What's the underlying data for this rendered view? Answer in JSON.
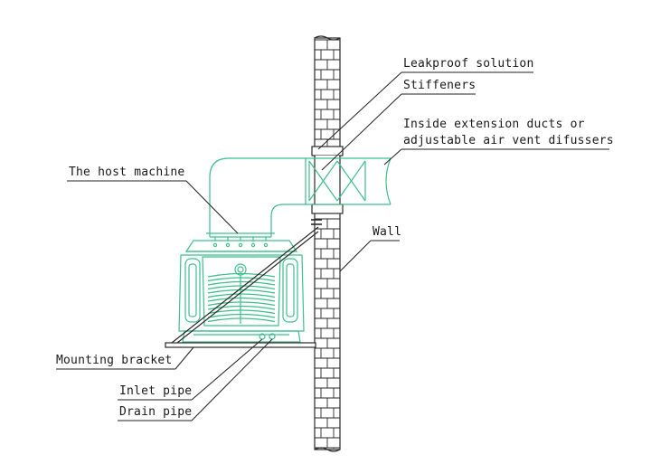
{
  "labels": {
    "leakproof": "Leakproof solution",
    "stiffeners": "Stiffeners",
    "ducts_line1": "Inside extension ducts or",
    "ducts_line2": "adjustable air vent difussers",
    "host": "The host machine",
    "wall": "Wall",
    "bracket": "Mounting bracket",
    "inlet": "Inlet pipe",
    "drain": "Drain pipe"
  },
  "colors": {
    "machine": "#3dbf8e",
    "wall": "#2a2a2a",
    "leader": "#222222",
    "text": "#1a1a1a"
  }
}
